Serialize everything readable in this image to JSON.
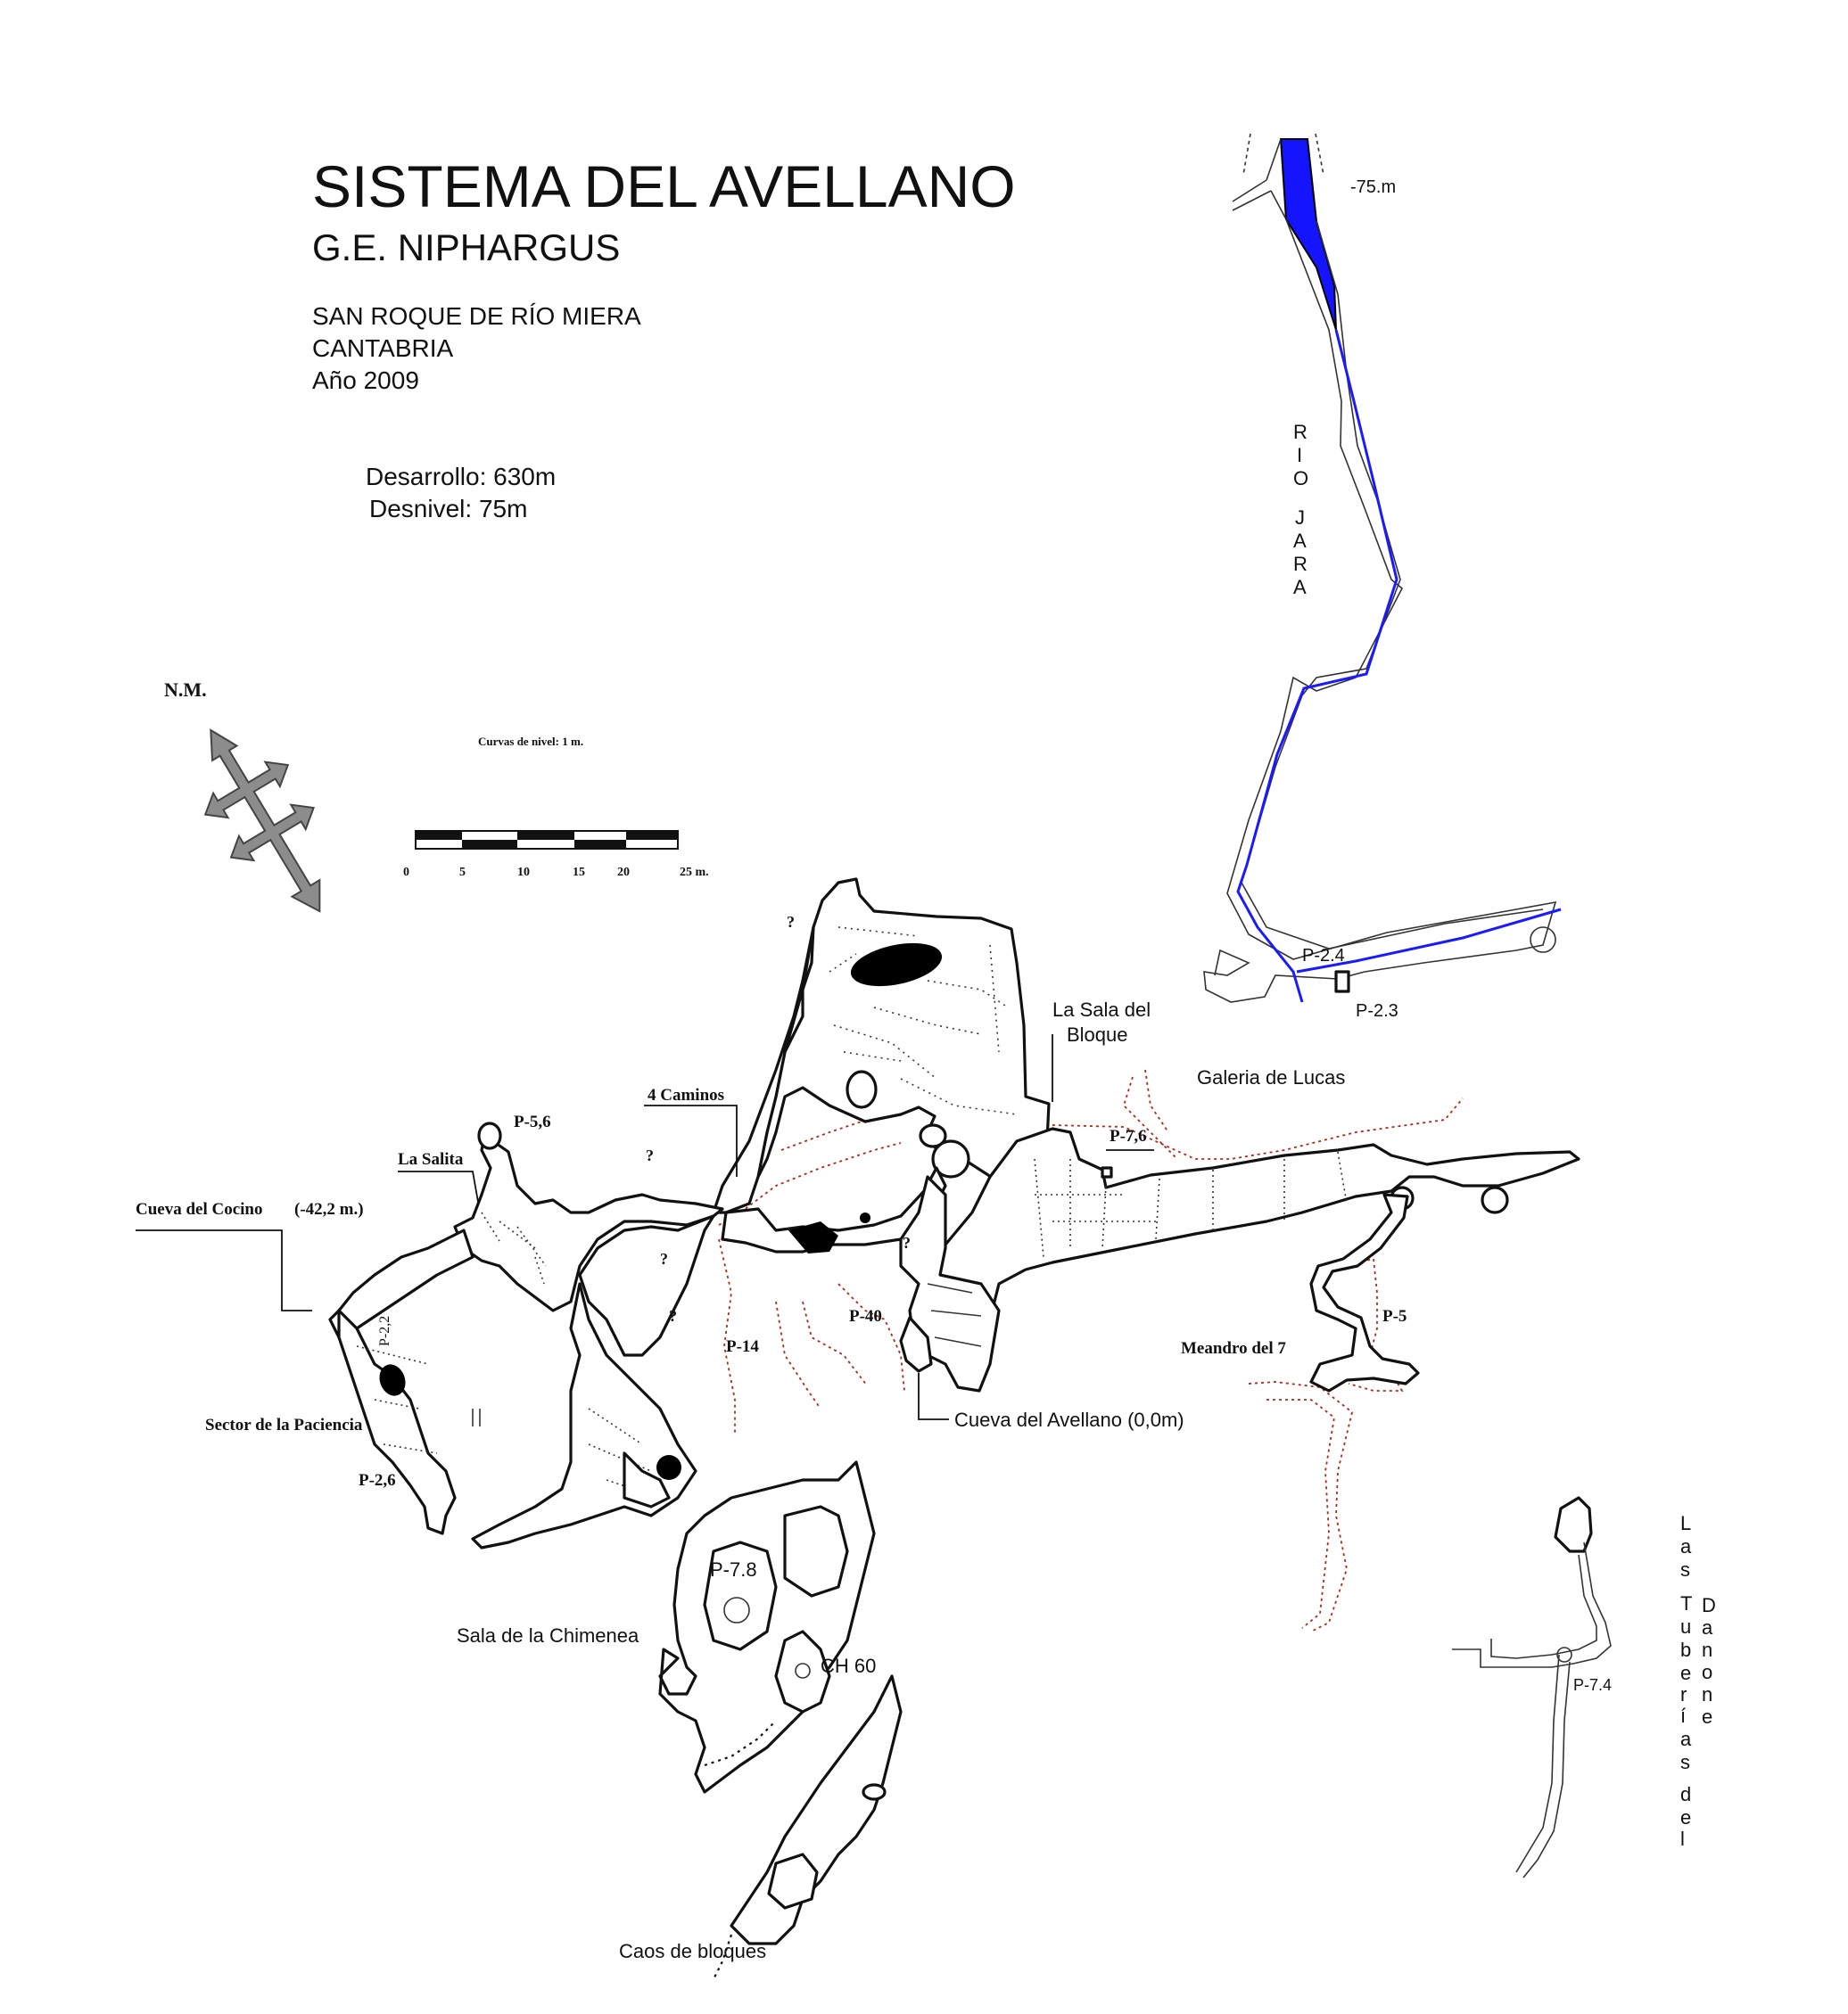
{
  "title": {
    "main": "SISTEMA DEL AVELLANO",
    "group": "G.E. NIPHARGUS",
    "location_line1": "SAN ROQUE DE RÍO MIERA",
    "location_line2": "CANTABRIA",
    "year": "Año 2009"
  },
  "stats": {
    "development": "Desarrollo: 630m",
    "depth": "Desnivel: 75m"
  },
  "north": {
    "label": "N.M."
  },
  "scale": {
    "contour_note": "Curvas de nivel: 1 m.",
    "ticks": [
      "0",
      "5",
      "10",
      "15",
      "20",
      "25 m."
    ]
  },
  "river": {
    "letters_rio": [
      "R",
      "I",
      "O"
    ],
    "letters_jara": [
      "J",
      "A",
      "R",
      "A"
    ],
    "color": "#1a1aff"
  },
  "labels": {
    "sump_depth": "-75.m",
    "p24": "P-2.4",
    "p23": "P-2.3",
    "sala_bloque_1": "La Sala del",
    "sala_bloque_2": "Bloque",
    "galeria_lucas": "Galeria de Lucas",
    "cuatro_caminos": "4 Caminos",
    "p76": "P-7,6",
    "p56": "P-5,6",
    "la_salita": "La Salita",
    "cueva_cocino": "Cueva del Cocino",
    "cocino_depth": "(-42,2 m.)",
    "p22": "P-2,2",
    "p14": "P-14",
    "p40": "P-40",
    "p5": "P-5",
    "meandro": "Meandro del 7",
    "cueva_avellano": "Cueva del Avellano (0,0m)",
    "sector_paciencia": "Sector de la Paciencia",
    "p26": "P-2,6",
    "p78": "P-7.8",
    "sala_chimenea": "Sala de la Chimenea",
    "ch60": "CH 60",
    "p74": "P-7.4",
    "caos": "Caos de bloques",
    "question": "?"
  },
  "tuberias": {
    "col1": [
      "L",
      "a",
      "s",
      "T",
      "u",
      "b",
      "e",
      "r",
      "í",
      "a",
      "s",
      "d",
      "e",
      "l"
    ],
    "col2": [
      "D",
      "a",
      "n",
      "o",
      "n",
      "e"
    ]
  }
}
